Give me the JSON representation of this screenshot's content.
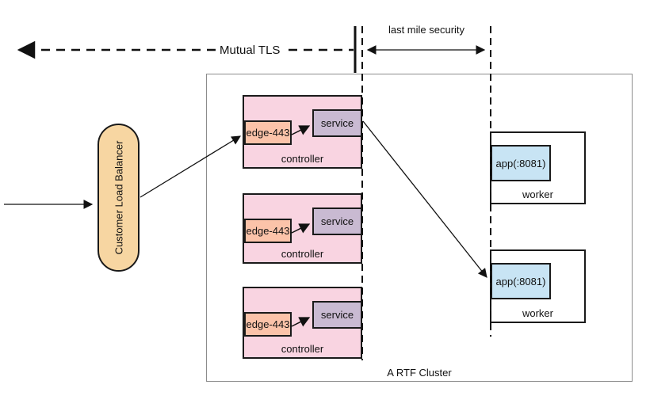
{
  "diagram": {
    "title": "A RTF Cluster",
    "mutual_tls_label": "Mutual TLS",
    "last_mile_security_label": "last mile security",
    "load_balancer_label": "Customer Load Balancer"
  },
  "controllers": [
    {
      "edge_label": "edge-443",
      "service_label": "service",
      "box_label": "controller"
    },
    {
      "edge_label": "edge-443",
      "service_label": "service",
      "box_label": "controller"
    },
    {
      "edge_label": "edge-443",
      "service_label": "service",
      "box_label": "controller"
    }
  ],
  "workers": [
    {
      "app_label": "app(:8081)",
      "box_label": "worker"
    },
    {
      "app_label": "app(:8081)",
      "box_label": "worker"
    }
  ],
  "colors": {
    "controller-fill": "#F9D4E1",
    "edge-fill": "#FBC3A9",
    "service-fill": "#C9BAD2",
    "app-fill": "#C8E4F4",
    "lb-fill": "#F7D6A2",
    "cluster-border": "#8C8C8C",
    "line": "#111111"
  }
}
